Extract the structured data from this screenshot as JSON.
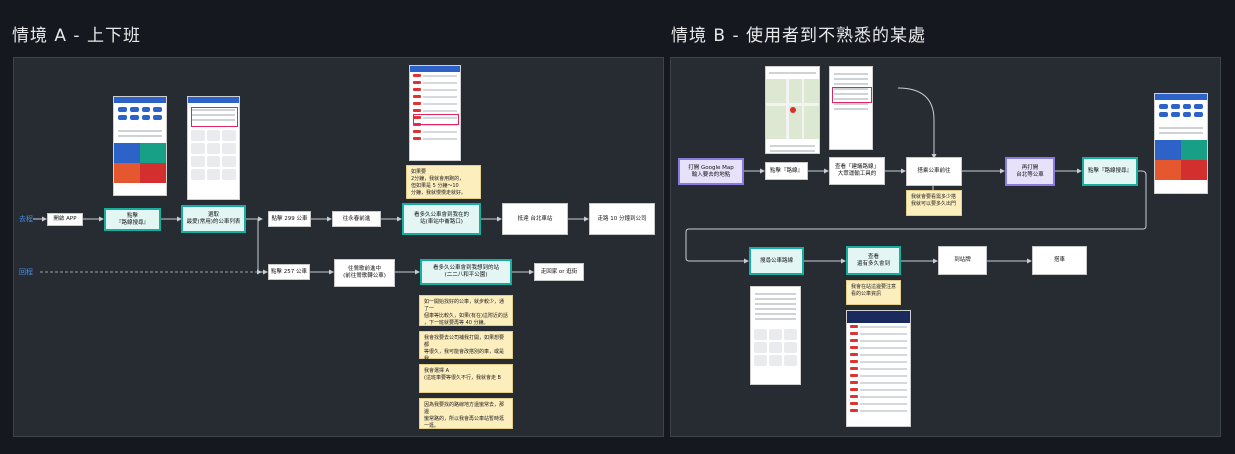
{
  "scenarioA": {
    "title": "情境 A - 上下班",
    "lane_outbound": "去程",
    "lane_return": "回程",
    "nodes": {
      "open_app": "開啟 APP",
      "tap_route": "點擊\n『路線搜尋』",
      "select_fav": "選取\n最愛(常用)的公車列表",
      "tap_299": "點擊 299 公車",
      "tap_257": "點擊 257 公車",
      "wait_outbound": "往永春前進",
      "wait_return": "往鶯歌前進中\n(前往鶯歌轉公車)",
      "check_stop": "看多久公車會到我在的\n站(車站中崙路口)",
      "check_return": "看多久公車會到我想到的站\n(二二八和平公園)",
      "arrive": "抵達 台北車站",
      "walk": "走路 10 分鐘到公司",
      "home": "走回家 or 逛街"
    },
    "notes": {
      "n1": "如果要\n2分鐘，我就會用跑的，\n但如果是 5 分鐘～10\n分鐘，我就慢慢走就好。",
      "n2": "如一開始找好的公車，就步較少，通了一\n個車等比較久，如果(有在)這附近的話\n，下一班就要再等 40 分鐘。",
      "n3": "我會找要去公司補我打開，如果想要都\n等很久，我可能會改搭別的車，或是我\n就去逛街。",
      "n4": "我會選擇 A\n(這班車要等很久不行，我就會走 B",
      "n5": "因為我要找的路線地方還蠻常去，那邊\n蠻常路的，所以我會再公車站暫時逛一逛。"
    }
  },
  "scenarioB": {
    "title": "情境 B - 使用者到不熟悉的某處",
    "nodes": {
      "open_gmap": "打開 Google Map\n輸入要去的地點",
      "tap_route": "點擊『路線』",
      "view_route": "查看「建議路線」\n大眾運輸工具的",
      "tap_bus": "搭乘公車前往",
      "open_app": "再打開\n台北等公車",
      "tap_search": "點擊『路線搜尋』",
      "search_bus": "搜尋公車路線",
      "view_wait": "查看\n還有多久會到",
      "board": "到站牌",
      "ride": "搭車"
    },
    "notes": {
      "m1": "我就會要看需多少搭\n我就可以要多久出門",
      "m2": "我會在站這邊要注意\n看的公車資訊"
    }
  },
  "colors": {
    "teal": "#17b0a0",
    "purple": "#8a7be0",
    "link_blue": "#4a8fe7",
    "note_yellow": "#fdeebe"
  }
}
